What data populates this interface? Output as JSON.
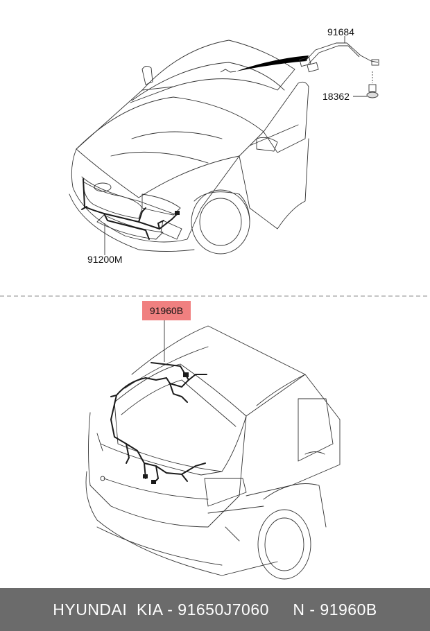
{
  "callouts": {
    "part_91684": "91684",
    "part_18362": "18362",
    "part_91200M": "91200M",
    "part_91960B": "91960B"
  },
  "colors": {
    "highlight": "#f08080",
    "footer_bg": "#6b6b6b",
    "footer_text": "#ffffff",
    "divider": "#888888"
  },
  "footer": {
    "text": "HYUNDAI  KIA - 91650J7060     N - 91960B"
  }
}
